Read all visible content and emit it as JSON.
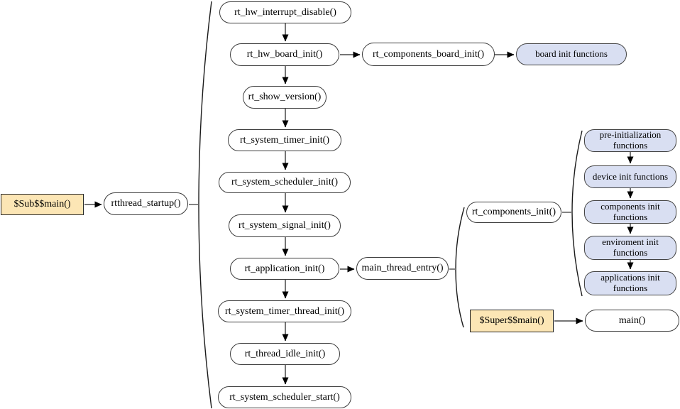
{
  "nodes": {
    "sub_main": {
      "label": "$Sub$$main()"
    },
    "rtthread_startup": {
      "label": "rtthread_startup()"
    },
    "rt_hw_interrupt_disable": {
      "label": "rt_hw_interrupt_disable()"
    },
    "rt_hw_board_init": {
      "label": "rt_hw_board_init()"
    },
    "rt_components_board_init": {
      "label": "rt_components_board_init()"
    },
    "board_init_functions": {
      "label": "board init functions"
    },
    "rt_show_version": {
      "label": "rt_show_version()"
    },
    "rt_system_timer_init": {
      "label": "rt_system_timer_init()"
    },
    "rt_system_scheduler_init": {
      "label": "rt_system_scheduler_init()"
    },
    "rt_system_signal_init": {
      "label": "rt_system_signal_init()"
    },
    "rt_application_init": {
      "label": "rt_application_init()"
    },
    "main_thread_entry": {
      "label": "main_thread_entry()"
    },
    "rt_components_init": {
      "label": "rt_components_init()"
    },
    "pre_initialization_functions": {
      "label": "pre-initialization functions"
    },
    "device_init_functions": {
      "label": "device init functions"
    },
    "components_init_functions": {
      "label": "components init functions"
    },
    "enviroment_init_functions": {
      "label": "enviroment init functions"
    },
    "applications_init_functions": {
      "label": "applications init functions"
    },
    "rt_system_timer_thread_init": {
      "label": "rt_system_timer_thread_init()"
    },
    "rt_thread_idle_init": {
      "label": "rt_thread_idle_init()"
    },
    "rt_system_scheduler_start": {
      "label": "rt_system_scheduler_start()"
    },
    "super_main": {
      "label": "$Super$$main()"
    },
    "main_fn": {
      "label": "main()"
    }
  },
  "colors": {
    "plain_node_fill": "#ffffff",
    "grouped_function_fill": "#d9dff2",
    "entry_point_fill": "#fce6b5",
    "node_border": "#3c3c3c",
    "connector_line": "#757575",
    "arrowhead": "#000000",
    "brace_line": "#1a1a1a"
  }
}
